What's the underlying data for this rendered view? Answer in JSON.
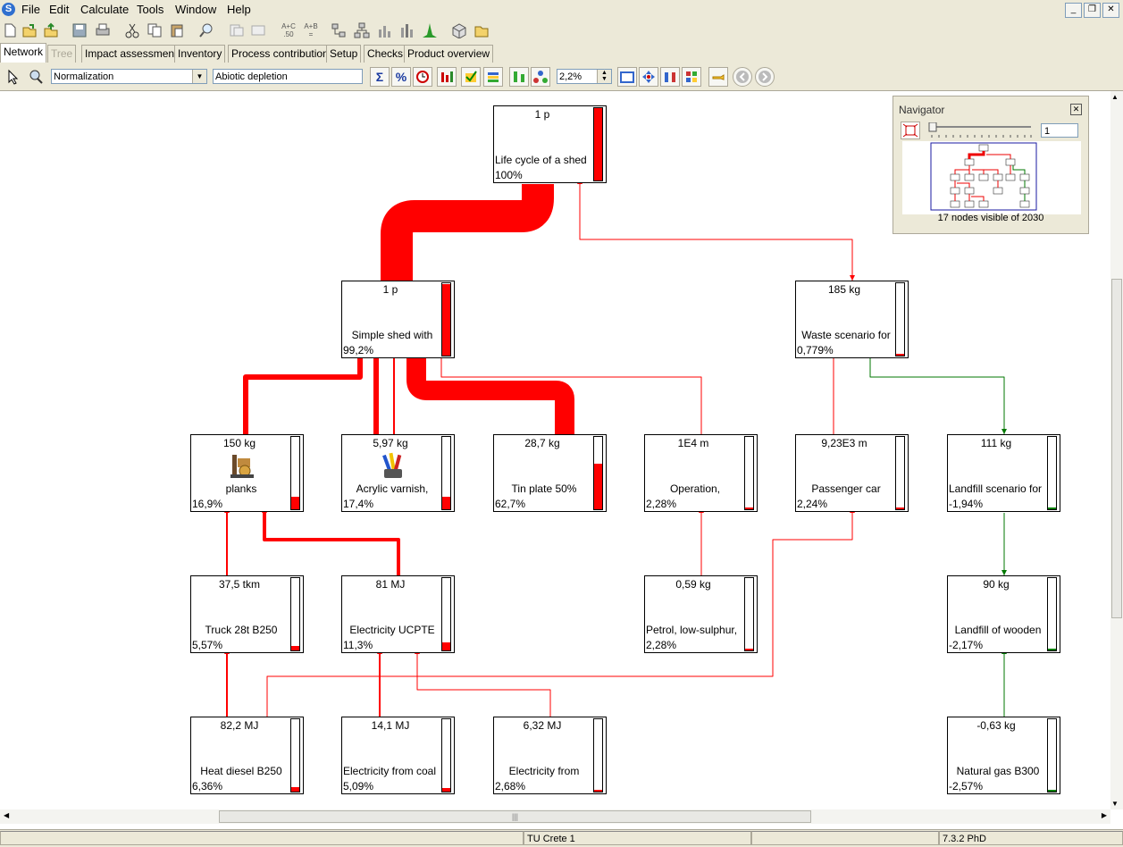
{
  "menu": {
    "app_icon": "simapro-s-logo",
    "items": [
      "File",
      "Edit",
      "Calculate",
      "Tools",
      "Window",
      "Help"
    ]
  },
  "toolbar": {
    "icons": [
      "new-icon",
      "open-icon",
      "open-project-icon",
      "save-icon",
      "print-icon",
      "cut-icon",
      "copy-icon",
      "paste-icon",
      "find-icon",
      "compare-icon",
      "group-icon",
      "a-plus-c-icon",
      "a-plus-b-icon",
      "network-icon",
      "tree-icon",
      "bar-chart-icon",
      "stacked-chart-icon",
      "distribution-icon",
      "package-icon",
      "folder-icon"
    ],
    "a_plus_c": "A+C\n.50",
    "a_plus_b": "A+B\n="
  },
  "tabs": [
    {
      "label": "Network",
      "active": true
    },
    {
      "label": "Tree",
      "disabled": true
    },
    {
      "label": "Impact assessment"
    },
    {
      "label": "Inventory"
    },
    {
      "label": "Process contribution"
    },
    {
      "label": "Setup"
    },
    {
      "label": "Checks"
    },
    {
      "label": "Product overview"
    }
  ],
  "view_toolbar": {
    "mode_select": "Normalization",
    "category_select": "Abiotic depletion",
    "cutoff_value": "2,2%",
    "sum_symbol": "Σ",
    "percent_symbol": "%"
  },
  "navigator": {
    "title": "Navigator",
    "zoom_value": "1",
    "status": "17 nodes visible of 2030"
  },
  "nodes": {
    "life_cycle": {
      "amount": "1 p",
      "name": "Life cycle of a shed",
      "percent": "100%",
      "fill": 1.0,
      "color": "#ff0000"
    },
    "simple_shed": {
      "amount": "1 p",
      "name": "Simple shed with",
      "percent": "99,2%",
      "fill": 0.99,
      "color": "#ff0000"
    },
    "waste_scenario": {
      "amount": "185 kg",
      "name": "Waste scenario for",
      "percent": "0,779%",
      "fill": 0.01,
      "color": "#ff0000"
    },
    "planks": {
      "amount": "150 kg",
      "name": "planks",
      "percent": "16,9%",
      "fill": 0.17,
      "color": "#ff0000"
    },
    "acrylic": {
      "amount": "5,97 kg",
      "name": "Acrylic varnish,",
      "percent": "17,4%",
      "fill": 0.17,
      "color": "#ff0000"
    },
    "tin_plate": {
      "amount": "28,7 kg",
      "name": "Tin plate 50%",
      "percent": "62,7%",
      "fill": 0.63,
      "color": "#ff0000"
    },
    "operation": {
      "amount": "1E4 m",
      "name": "Operation,",
      "percent": "2,28%",
      "fill": 0.03,
      "color": "#ff0000"
    },
    "passenger_car": {
      "amount": "9,23E3 m",
      "name": "Passenger car",
      "percent": "2,24%",
      "fill": 0.03,
      "color": "#ff0000"
    },
    "landfill_scenario": {
      "amount": "111 kg",
      "name": "Landfill scenario for",
      "percent": "-1,94%",
      "fill": 0.02,
      "color": "#008000"
    },
    "truck": {
      "amount": "37,5 tkm",
      "name": "Truck 28t B250",
      "percent": "5,57%",
      "fill": 0.06,
      "color": "#ff0000"
    },
    "electricity_ucpte": {
      "amount": "81 MJ",
      "name": "Electricity UCPTE",
      "percent": "11,3%",
      "fill": 0.11,
      "color": "#ff0000"
    },
    "petrol": {
      "amount": "0,59 kg",
      "name": "Petrol, low-sulphur,",
      "percent": "2,28%",
      "fill": 0.03,
      "color": "#ff0000"
    },
    "landfill_wooden": {
      "amount": "90 kg",
      "name": "Landfill of wooden",
      "percent": "-2,17%",
      "fill": 0.02,
      "color": "#008000"
    },
    "heat_diesel": {
      "amount": "82,2 MJ",
      "name": "Heat diesel B250",
      "percent": "6,36%",
      "fill": 0.06,
      "color": "#ff0000"
    },
    "electricity_coal": {
      "amount": "14,1 MJ",
      "name": "Electricity from coal",
      "percent": "5,09%",
      "fill": 0.05,
      "color": "#ff0000"
    },
    "electricity_from": {
      "amount": "6,32 MJ",
      "name": "Electricity from",
      "percent": "2,68%",
      "fill": 0.03,
      "color": "#ff0000"
    },
    "natural_gas": {
      "amount": "-0,63 kg",
      "name": "Natural gas B300",
      "percent": "-2,57%",
      "fill": 0.03,
      "color": "#008000"
    }
  },
  "statusbar": {
    "project": "TU Crete 1",
    "version": "7.3.2 PhD"
  }
}
